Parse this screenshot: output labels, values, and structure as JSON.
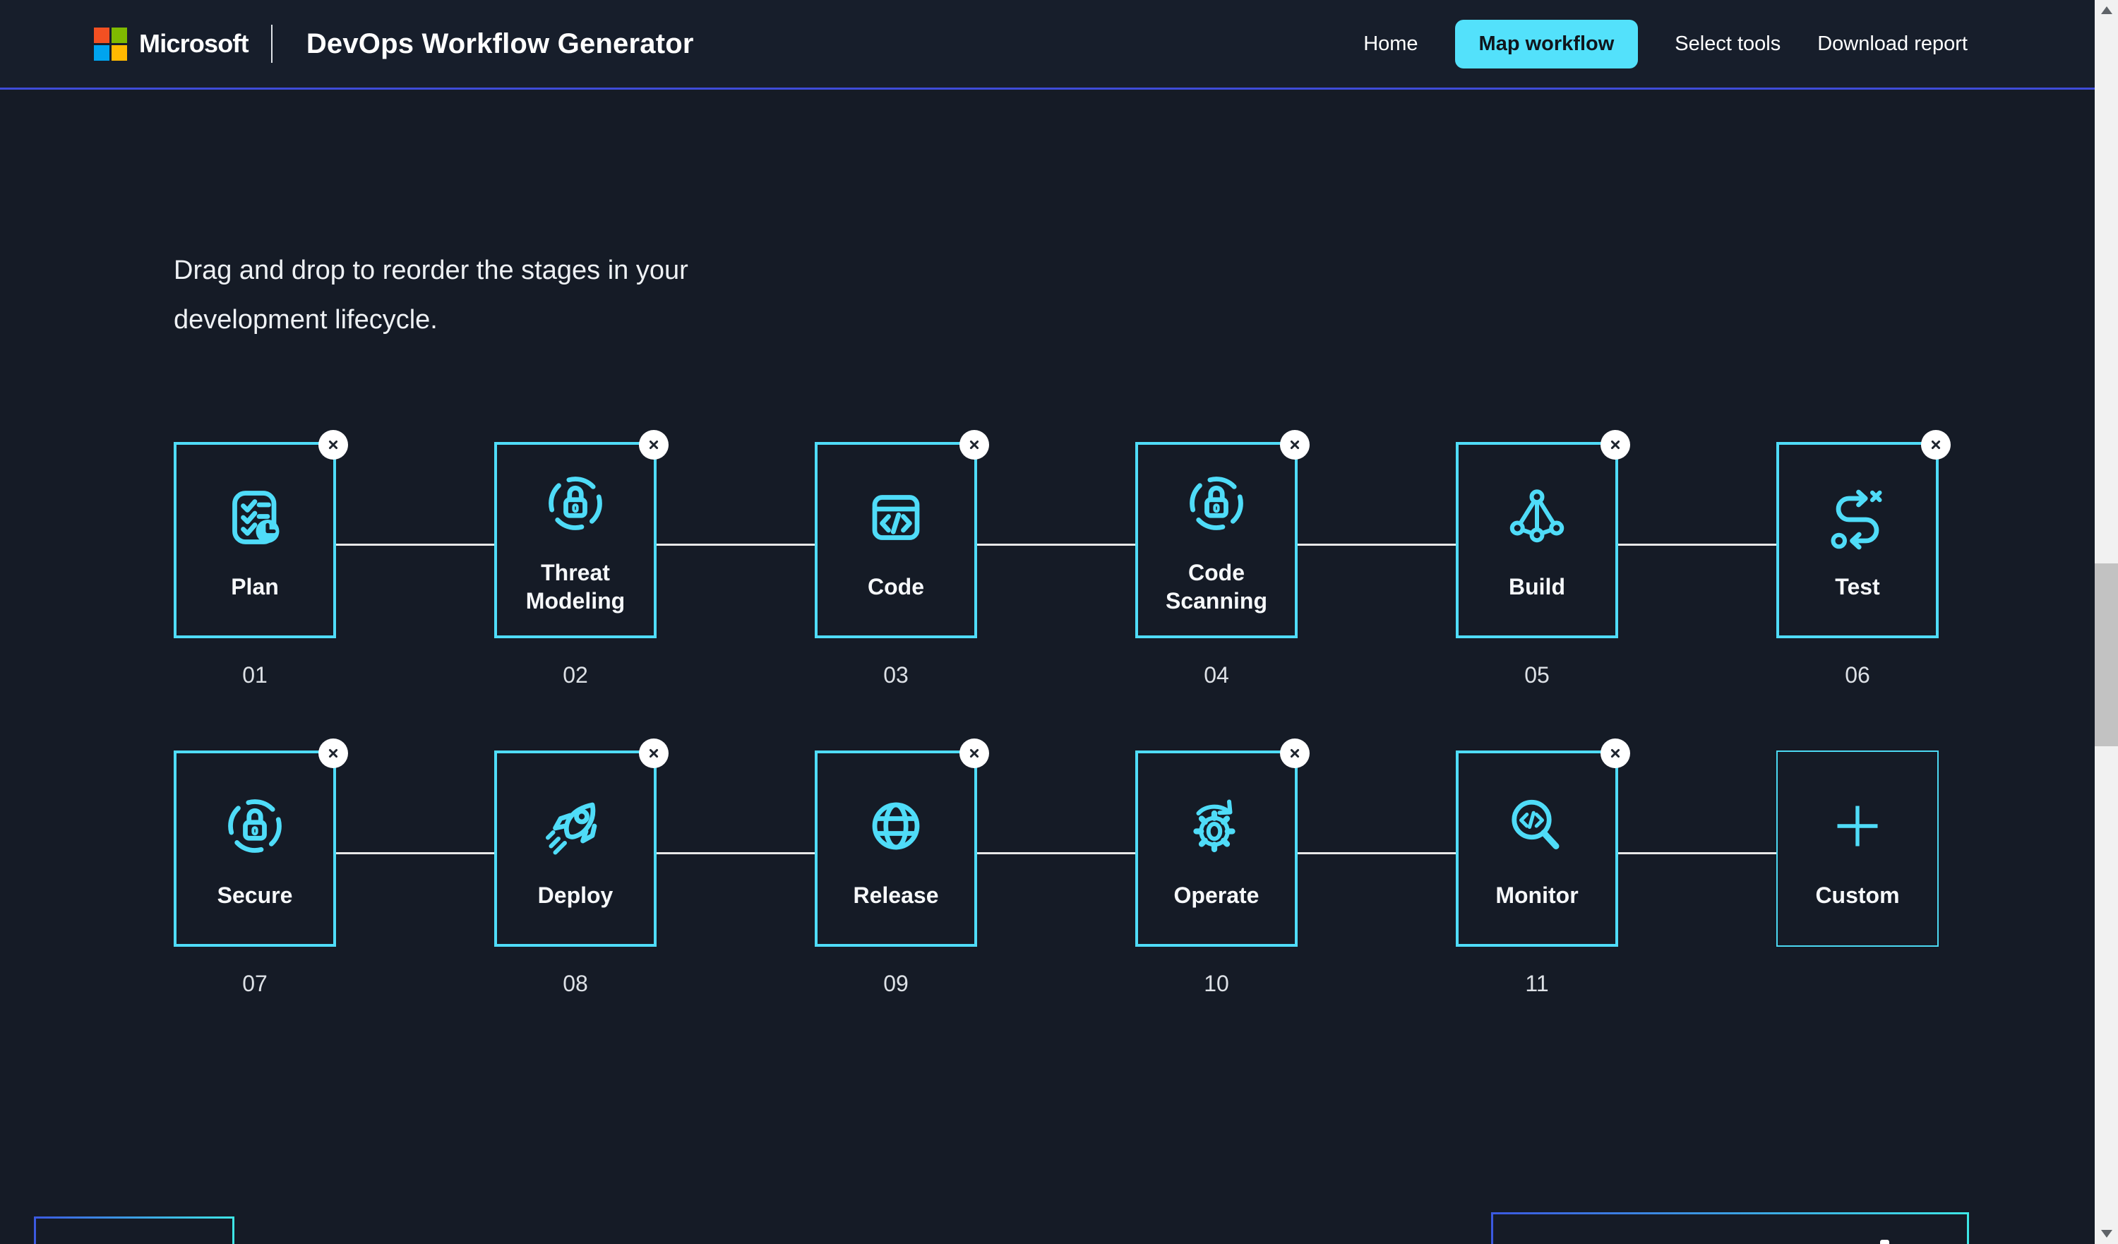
{
  "header": {
    "brand": "Microsoft",
    "app_title": "DevOps Workflow Generator",
    "nav": [
      {
        "label": "Home",
        "active": false
      },
      {
        "label": "Map workflow",
        "active": true
      },
      {
        "label": "Select tools",
        "active": false
      },
      {
        "label": "Download report",
        "active": false
      }
    ]
  },
  "instruction": "Drag and drop to reorder the stages in your development lifecycle.",
  "stages": [
    {
      "label": "Plan",
      "number": "01",
      "icon": "plan-icon",
      "removable": true,
      "custom": false
    },
    {
      "label": "Threat Modeling",
      "number": "02",
      "icon": "threat-modeling-icon",
      "removable": true,
      "custom": false
    },
    {
      "label": "Code",
      "number": "03",
      "icon": "code-icon",
      "removable": true,
      "custom": false
    },
    {
      "label": "Code Scanning",
      "number": "04",
      "icon": "code-scanning-icon",
      "removable": true,
      "custom": false
    },
    {
      "label": "Build",
      "number": "05",
      "icon": "build-icon",
      "removable": true,
      "custom": false
    },
    {
      "label": "Test",
      "number": "06",
      "icon": "test-icon",
      "removable": true,
      "custom": false
    },
    {
      "label": "Secure",
      "number": "07",
      "icon": "secure-icon",
      "removable": true,
      "custom": false
    },
    {
      "label": "Deploy",
      "number": "08",
      "icon": "deploy-icon",
      "removable": true,
      "custom": false
    },
    {
      "label": "Release",
      "number": "09",
      "icon": "release-icon",
      "removable": true,
      "custom": false
    },
    {
      "label": "Operate",
      "number": "10",
      "icon": "operate-icon",
      "removable": true,
      "custom": false
    },
    {
      "label": "Monitor",
      "number": "11",
      "icon": "monitor-icon",
      "removable": true,
      "custom": false
    },
    {
      "label": "Custom",
      "number": "",
      "icon": "plus-icon",
      "removable": false,
      "custom": true
    }
  ],
  "colors": {
    "accent_cyan": "#4fdcf8",
    "nav_active_bg": "#53e1fb",
    "header_border_blue": "#3f4cd8",
    "background": "#151b26",
    "ms_red": "#f25022",
    "ms_green": "#7fba00",
    "ms_blue": "#00a4ef",
    "ms_yellow": "#ffb900"
  }
}
